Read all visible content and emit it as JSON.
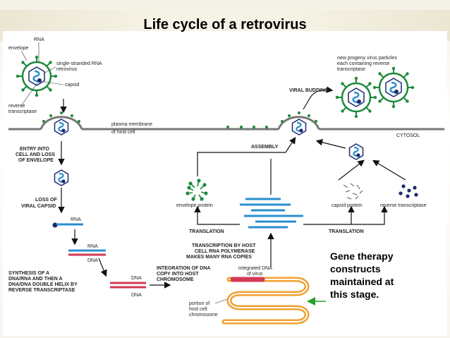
{
  "title": "Life cycle of a retrovirus",
  "labels": {
    "rna_top": "RNA",
    "envelope": "envelope",
    "ssrna1": "single-stranded RNA",
    "ssrna2": "retrovirus",
    "capsid": "capsid",
    "rt1": "reverse",
    "rt2": "transcriptase",
    "plasma1": "plasma membrane",
    "plasma2": "of host cell",
    "cytosol": "CYTOSOL",
    "entry1": "ENTRY INTO",
    "entry2": "CELL AND LOSS",
    "entry3": "OF ENVELOPE",
    "loss1": "LOSS OF",
    "loss2": "VIRAL CAPSID",
    "rna_mid": "RNA",
    "rna_hyb": "RNA",
    "dna_hyb": "DNA",
    "synth1": "SYNTHESIS OF A",
    "synth2": "DNA/RNA AND THEN A",
    "synth3": "DNA/DNA DOUBLE HELIX BY",
    "synth4": "REVERSE TRANSCRIPTASE",
    "dna_a": "DNA",
    "dna_b": "DNA",
    "integ1": "INTEGRATION OF DNA",
    "integ2": "COPY INTO HOST",
    "integ3": "CHROMOSOME",
    "intdna1": "integrated DNA",
    "intdna2": "of virus",
    "portion1": "portion of",
    "portion2": "host cell",
    "portion3": "chromosome",
    "trans1": "TRANSCRIPTION BY HOST",
    "trans2": "CELL RNA POLYMERASE",
    "trans3": "MAKES MANY RNA COPIES",
    "translation_l": "TRANSLATION",
    "translation_r": "TRANSLATION",
    "envprot": "envelope protein",
    "capprot": "capsid protein",
    "rtprot": "reverse transcriptase",
    "assembly": "ASSEMBLY",
    "budding": "VIRAL BUDDING",
    "progeny1": "new progeny virus particles",
    "progeny2": "each containing reverse",
    "progeny3": "transcriptase"
  },
  "gene_therapy": {
    "line1": "Gene therapy",
    "line2": "constructs",
    "line3": "maintained at",
    "line4": "this stage."
  },
  "colors": {
    "rna": "#2a8fd0",
    "dna": "#d23a55",
    "virus_dark": "#1a2a6e",
    "spike": "#1f8a3c",
    "chromosome": "#f0a030",
    "callout_arrow": "#2aa02a"
  }
}
